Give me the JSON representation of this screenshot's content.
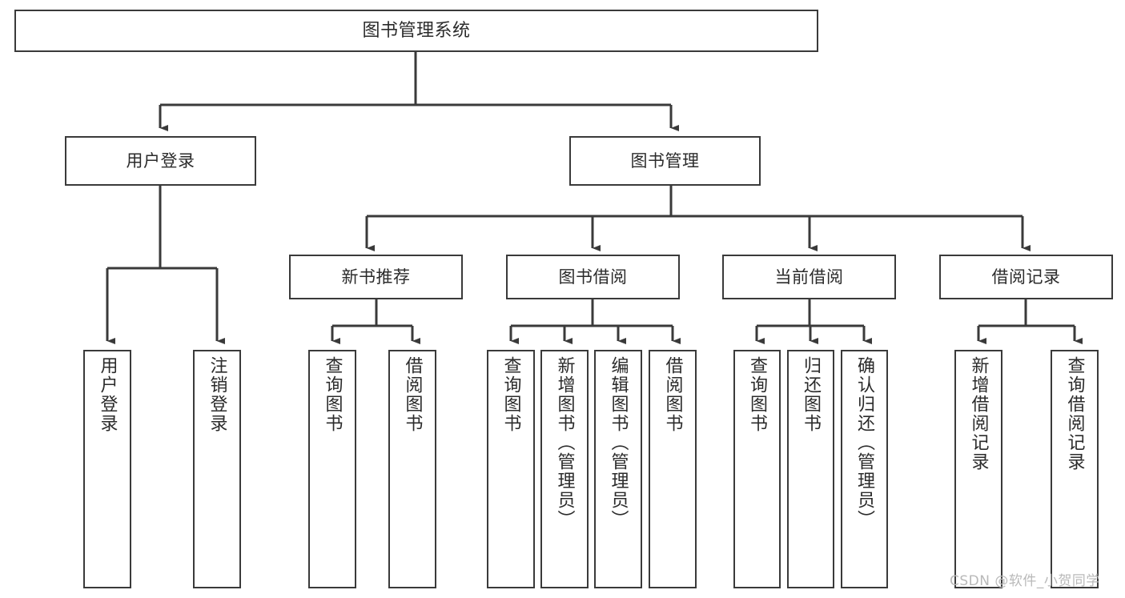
{
  "diagram": {
    "type": "tree",
    "title": "图书管理系统",
    "watermark": "CSDN @软件_小贺同学",
    "colors": {
      "stroke": "#3a3a3a",
      "fill": "#ffffff",
      "text": "#2b2b2b",
      "watermark": "#b9b9b9"
    },
    "nodes": {
      "root": {
        "label": "图书管理系统"
      },
      "level2": [
        {
          "id": "user-login",
          "label": "用户登录"
        },
        {
          "id": "book-manage",
          "label": "图书管理"
        }
      ],
      "level3": [
        {
          "id": "new-book-rec",
          "label": "新书推荐"
        },
        {
          "id": "book-borrow",
          "label": "图书借阅"
        },
        {
          "id": "current-borrow",
          "label": "当前借阅"
        },
        {
          "id": "borrow-record",
          "label": "借阅记录"
        }
      ],
      "leaves": {
        "user_login": [
          {
            "id": "leaf-user-login",
            "label": "用户登录"
          },
          {
            "id": "leaf-logout",
            "label": "注销登录"
          }
        ],
        "new_book_rec": [
          {
            "id": "leaf-query-book-1",
            "label": "查询图书"
          },
          {
            "id": "leaf-borrow-book-1",
            "label": "借阅图书"
          }
        ],
        "book_borrow": [
          {
            "id": "leaf-query-book-2",
            "label": "查询图书"
          },
          {
            "id": "leaf-add-book",
            "label": "新增图书（管理员）"
          },
          {
            "id": "leaf-edit-book",
            "label": "编辑图书（管理员）"
          },
          {
            "id": "leaf-borrow-book-2",
            "label": "借阅图书"
          }
        ],
        "current_borrow": [
          {
            "id": "leaf-query-book-3",
            "label": "查询图书"
          },
          {
            "id": "leaf-return-book",
            "label": "归还图书"
          },
          {
            "id": "leaf-confirm-return",
            "label": "确认归还（管理员）"
          }
        ],
        "borrow_record": [
          {
            "id": "leaf-add-record",
            "label": "新增借阅记录"
          },
          {
            "id": "leaf-query-record",
            "label": "查询借阅记录"
          }
        ]
      }
    }
  }
}
